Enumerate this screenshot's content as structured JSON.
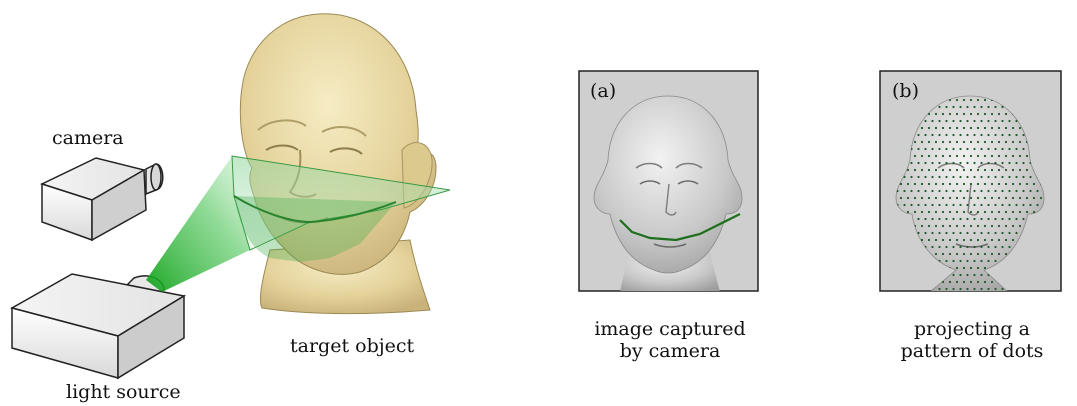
{
  "labels": {
    "camera": "camera",
    "light_source": "light source",
    "target_object": "target object"
  },
  "panel_a": {
    "tag": "(a)",
    "caption_line1": "image captured",
    "caption_line2": "by camera"
  },
  "panel_b": {
    "tag": "(b)",
    "caption_line1": "projecting a",
    "caption_line2": "pattern of dots"
  },
  "colors": {
    "head_skin": "#e8d9a4",
    "beam_green": "#22b02a",
    "panel_bg": "#cfcfcf",
    "gray_head": "#bdbdbd",
    "stripe_line": "#1d6e1d",
    "dot_color": "#1f5a2a"
  }
}
